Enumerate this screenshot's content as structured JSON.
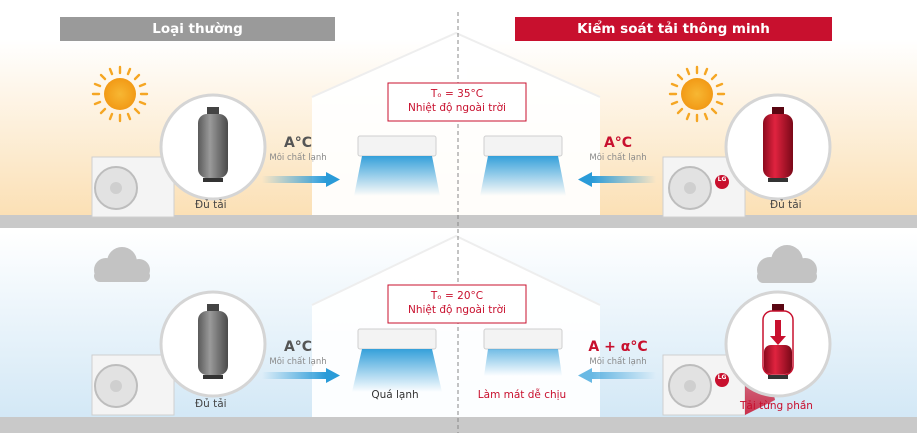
{
  "headers": {
    "left": "Loại thường",
    "right": "Kiểm soát tải thông minh"
  },
  "colors": {
    "header_left": "#9a9a9a",
    "header_right": "#c8102e",
    "accent_red": "#c8102e",
    "ac_blue": "#2a9bd8",
    "ground": "#c9c9c9",
    "sky_warm": "#fbe4bd",
    "sky_cool": "#d9ecf7"
  },
  "panels": {
    "top": {
      "temp_line1": "Tₒ = 35°C",
      "temp_line2": "Nhiệt độ ngoài trời",
      "left_ac_value": "A°C",
      "left_ac_sub": "Môi chất lạnh",
      "left_unit_label": "Đủ tải",
      "right_ac_value": "A°C",
      "right_ac_sub": "Môi chất lạnh",
      "right_unit_label": "Đủ tải",
      "weather": "sun-icon"
    },
    "bottom": {
      "temp_line1": "Tₒ = 20°C",
      "temp_line2": "Nhiệt độ ngoài trời",
      "left_ac_value": "A°C",
      "left_ac_sub": "Môi chất lạnh",
      "left_unit_label": "Đủ tải",
      "right_ac_value": "A + α°C",
      "right_ac_sub": "Môi chất lạnh",
      "right_unit_label": "Tải từng phần",
      "left_room_label": "Quá lạnh",
      "right_room_label": "Làm mát dễ chịu",
      "weather": "cloud-icon"
    }
  },
  "brand": {
    "logo": "LG"
  }
}
